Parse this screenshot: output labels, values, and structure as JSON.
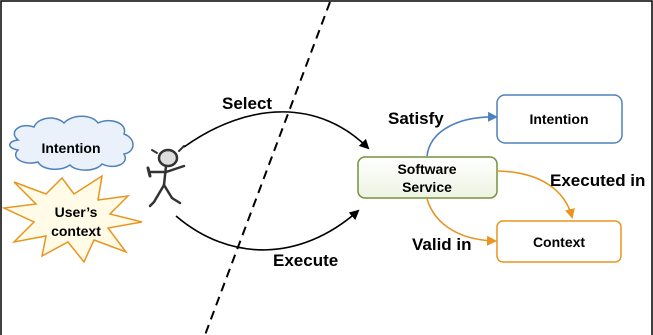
{
  "diagram": {
    "left_nodes": {
      "cloud": {
        "label": "Intention"
      },
      "star": {
        "line1": "User’s",
        "line2": "context"
      }
    },
    "right_nodes": {
      "software_service": {
        "line1": "Software",
        "line2": "Service"
      },
      "intention": {
        "label": "Intention"
      },
      "context": {
        "label": "Context"
      }
    },
    "edges": {
      "select": "Select",
      "execute": "Execute",
      "satisfy": "Satisfy",
      "executed_in": "Executed in",
      "valid_in": "Valid in"
    },
    "colors": {
      "blue": "#4f81bd",
      "orange": "#e8951f",
      "green_border": "#76923c",
      "star_fill": "#fffbe6",
      "cloud_fill": "#eaf1fb"
    }
  }
}
